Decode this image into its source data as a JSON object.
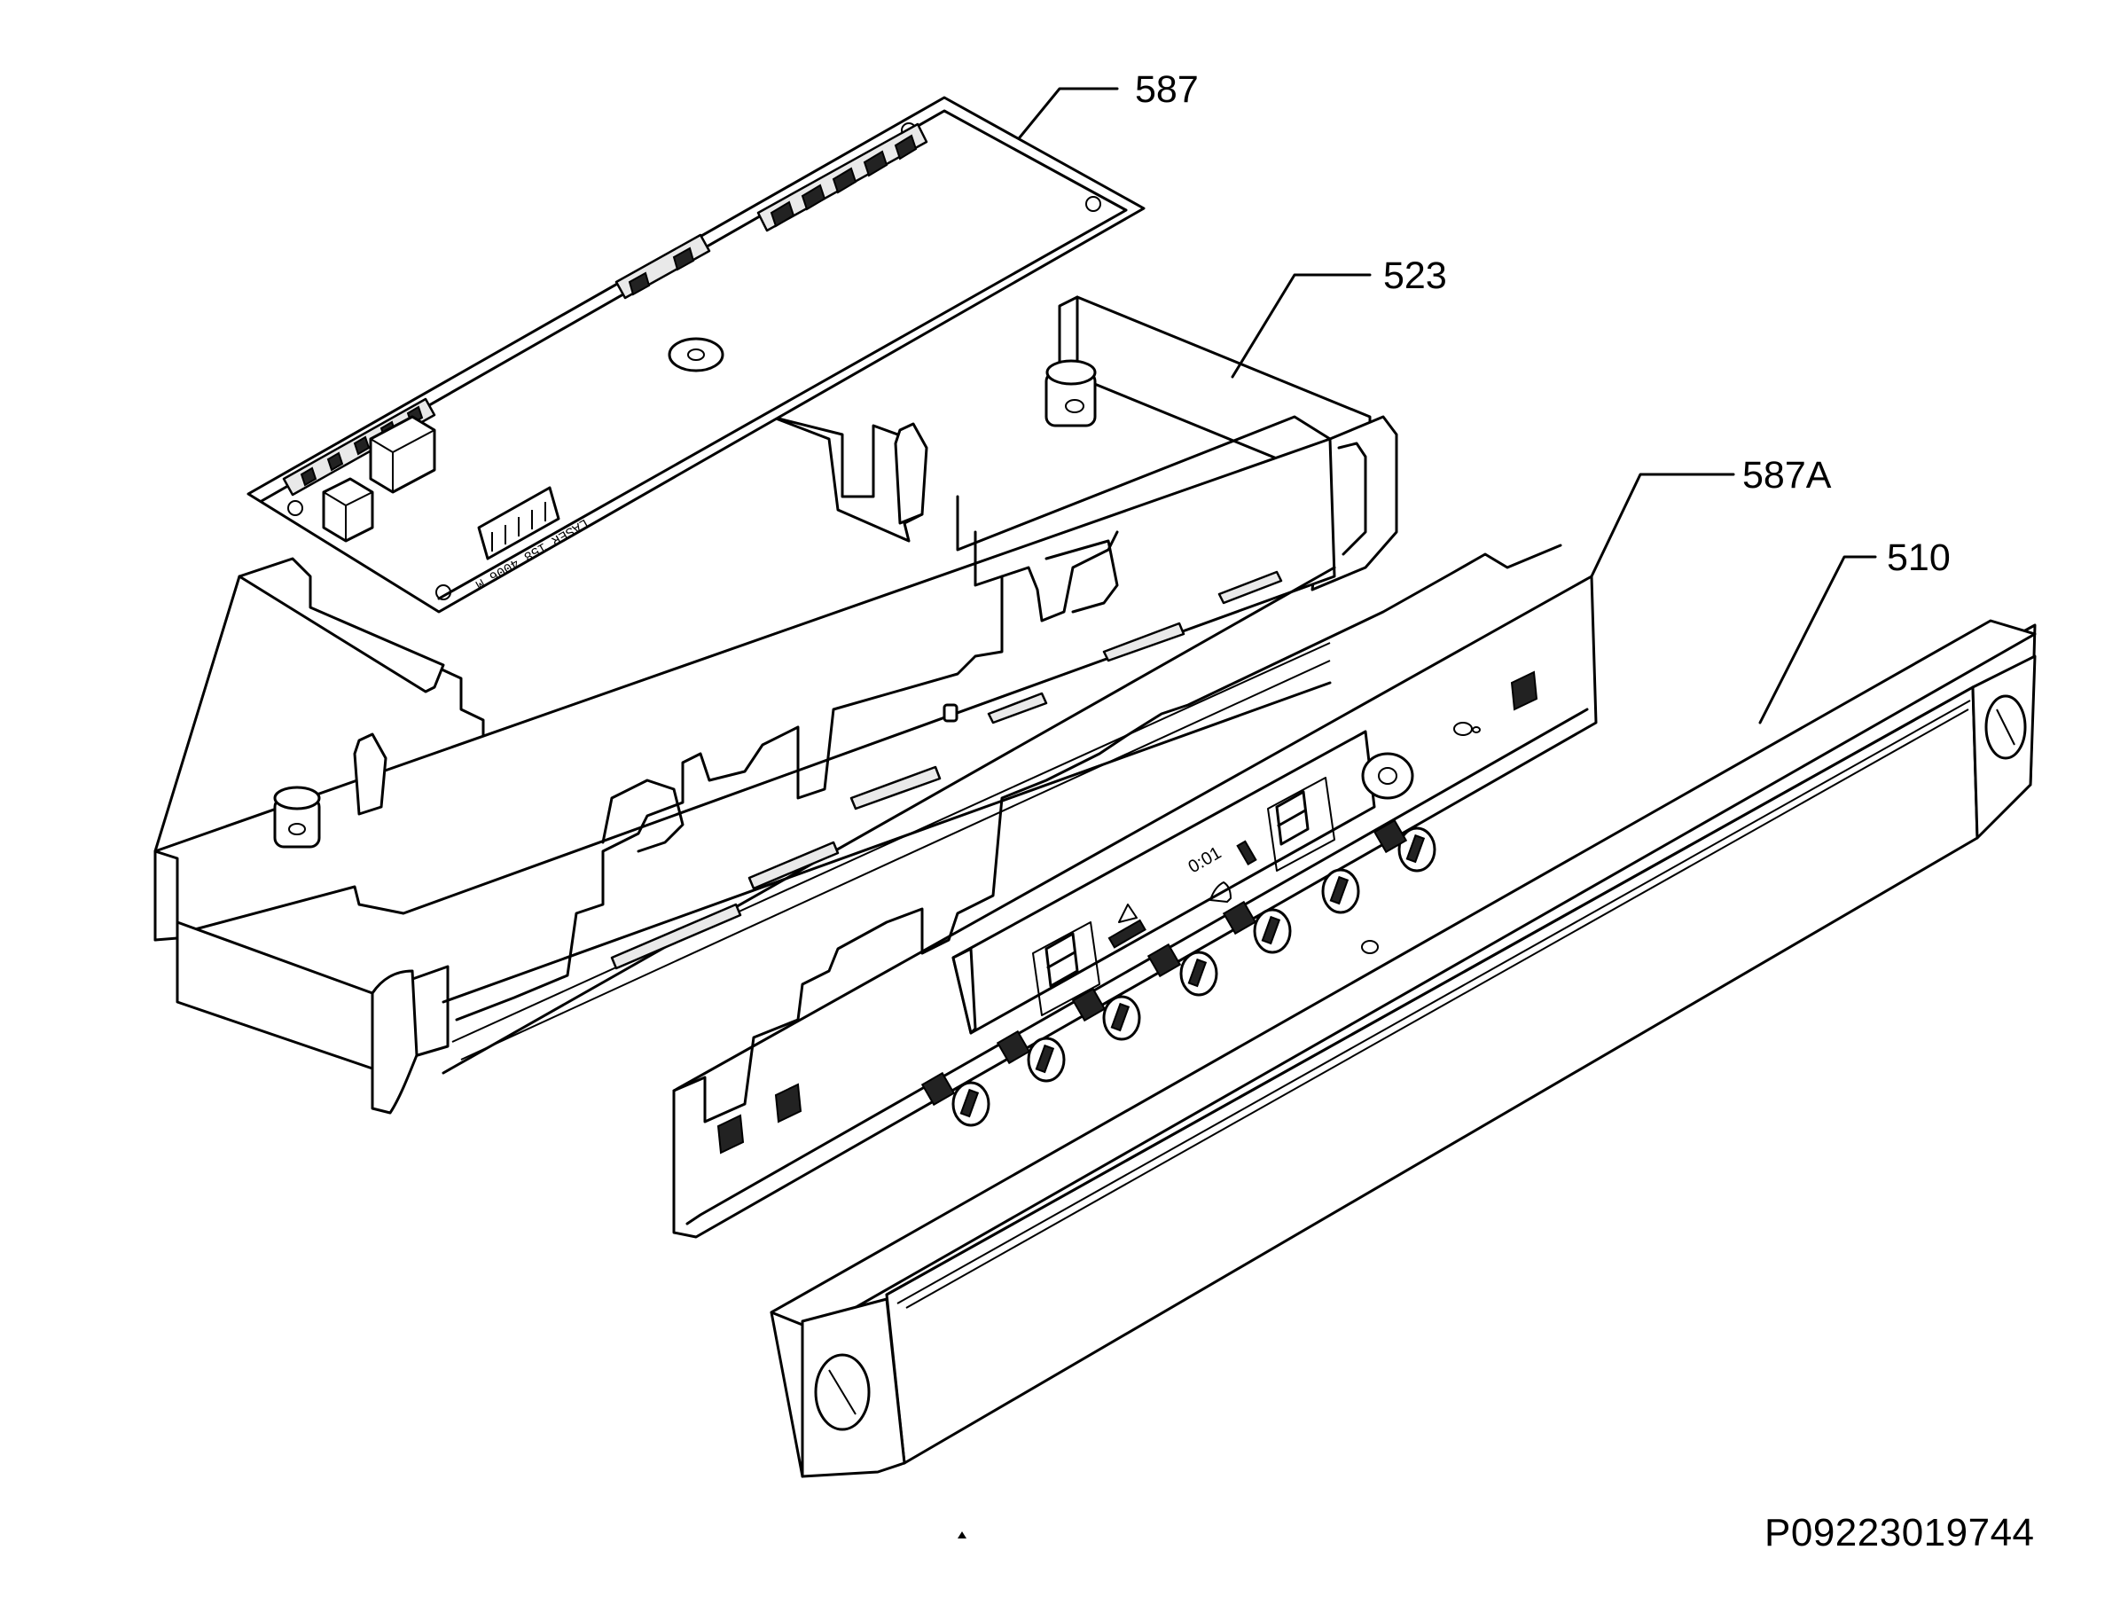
{
  "callouts": [
    {
      "id": "587",
      "label": "587"
    },
    {
      "id": "523",
      "label": "523"
    },
    {
      "id": "587a",
      "label": "587A"
    },
    {
      "id": "510",
      "label": "510"
    }
  ],
  "document_id": "P09223019744",
  "pcb_text": "LASER 158 4006 M"
}
